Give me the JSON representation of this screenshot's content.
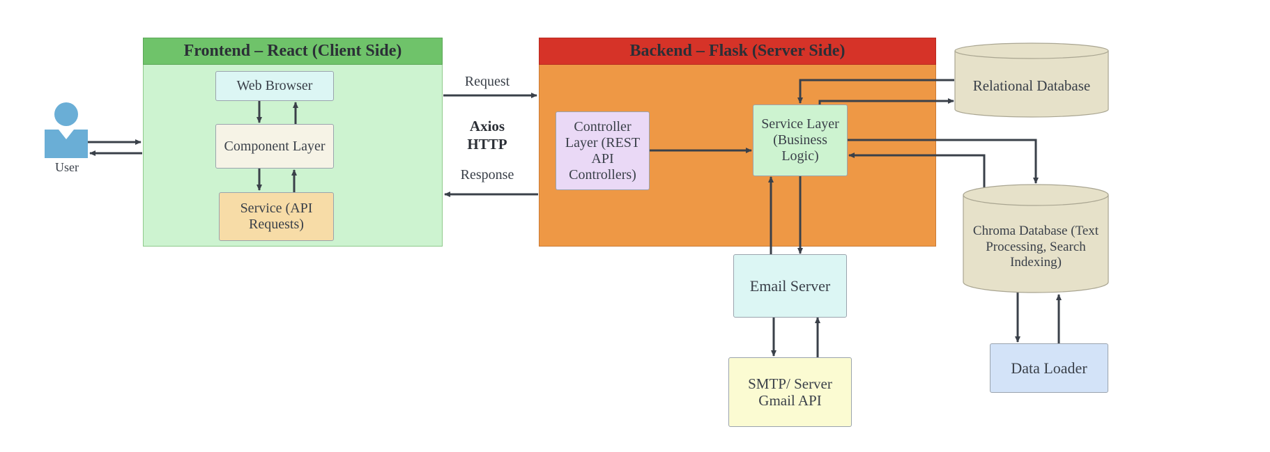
{
  "frontend": {
    "title": "Frontend – React (Client Side)",
    "nodes": {
      "web_browser": "Web Browser",
      "component_layer": "Component Layer",
      "service_api": "Service (API Requests)"
    }
  },
  "backend": {
    "title": "Backend –  Flask (Server Side)",
    "nodes": {
      "controller": "Controller Layer (REST API Controllers)",
      "service_layer": "Service Layer (Business Logic)"
    }
  },
  "user": {
    "label": "User"
  },
  "connection": {
    "request": "Request",
    "response": "Response",
    "protocol_line1": "Axios",
    "protocol_line2": "HTTP"
  },
  "databases": {
    "relational": "Relational Database",
    "chroma": "Chroma Database (Text Processing, Search Indexing)"
  },
  "external": {
    "email_server": "Email Server",
    "smtp": "SMTP/ Server Gmail API",
    "data_loader": "Data Loader"
  },
  "colors": {
    "frontend_header": "#6fc36a",
    "frontend_body": "#cdf3d0",
    "backend_header": "#d63328",
    "backend_body": "#ee9845",
    "arrow": "#3a4049",
    "database": "#e6e1c9",
    "user_icon": "#6aaed6"
  }
}
